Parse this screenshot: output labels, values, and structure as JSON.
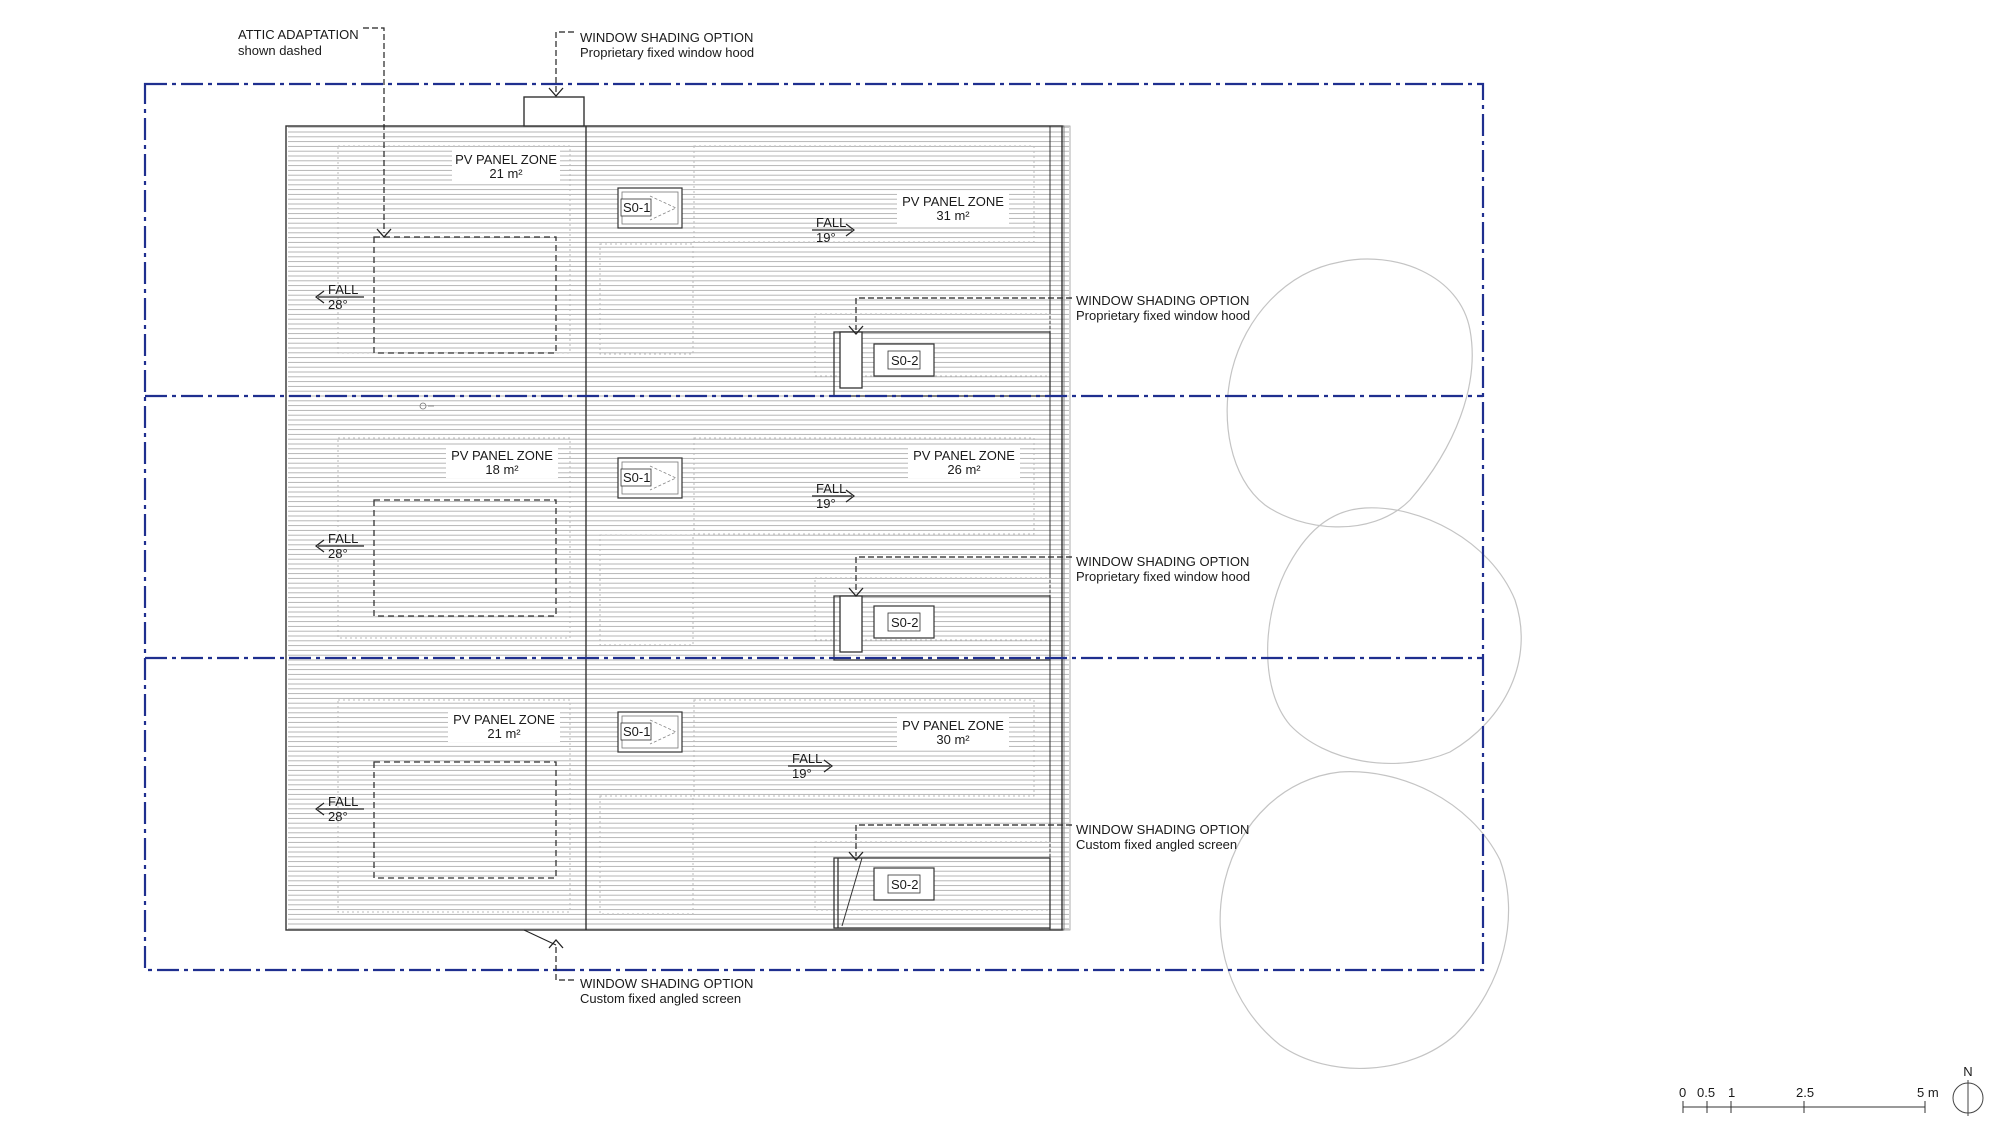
{
  "annotations": {
    "attic": {
      "title": "ATTIC ADAPTATION",
      "note": "shown dashed"
    },
    "shade_top": {
      "title": "WINDOW SHADING OPTION",
      "note": "Proprietary fixed window hood"
    },
    "shade_1": {
      "title": "WINDOW SHADING OPTION",
      "note": "Proprietary fixed window hood"
    },
    "shade_2": {
      "title": "WINDOW SHADING OPTION",
      "note": "Proprietary fixed window hood"
    },
    "shade_3": {
      "title": "WINDOW SHADING OPTION",
      "note": "Custom fixed angled screen"
    },
    "shade_bottom": {
      "title": "WINDOW SHADING OPTION",
      "note": "Custom fixed angled screen"
    }
  },
  "units": [
    {
      "left_pv": {
        "label": "PV PANEL ZONE",
        "area": "21 m²"
      },
      "right_pv": {
        "label": "PV PANEL ZONE",
        "area": "31 m²"
      },
      "left_fall": {
        "label": "FALL",
        "angle": "28°"
      },
      "right_fall": {
        "label": "FALL",
        "angle": "19°"
      },
      "skylight_1": "S0-1",
      "skylight_2": "S0-2"
    },
    {
      "left_pv": {
        "label": "PV PANEL ZONE",
        "area": "18 m²"
      },
      "right_pv": {
        "label": "PV PANEL ZONE",
        "area": "26 m²"
      },
      "left_fall": {
        "label": "FALL",
        "angle": "28°"
      },
      "right_fall": {
        "label": "FALL",
        "angle": "19°"
      },
      "skylight_1": "S0-1",
      "skylight_2": "S0-2"
    },
    {
      "left_pv": {
        "label": "PV PANEL ZONE",
        "area": "21 m²"
      },
      "right_pv": {
        "label": "PV PANEL ZONE",
        "area": "30 m²"
      },
      "left_fall": {
        "label": "FALL",
        "angle": "28°"
      },
      "right_fall": {
        "label": "FALL",
        "angle": "19°"
      },
      "skylight_1": "S0-1",
      "skylight_2": "S0-2"
    }
  ],
  "scale_bar": {
    "ticks": [
      "0",
      "0.5",
      "1",
      "2.5",
      "5 m"
    ]
  },
  "north": "N",
  "colors": {
    "lot_boundary": "#1f2f8f",
    "linework": "#333333",
    "roof_hatch": "#9a9a9a",
    "trees": "#bdbdbd"
  }
}
